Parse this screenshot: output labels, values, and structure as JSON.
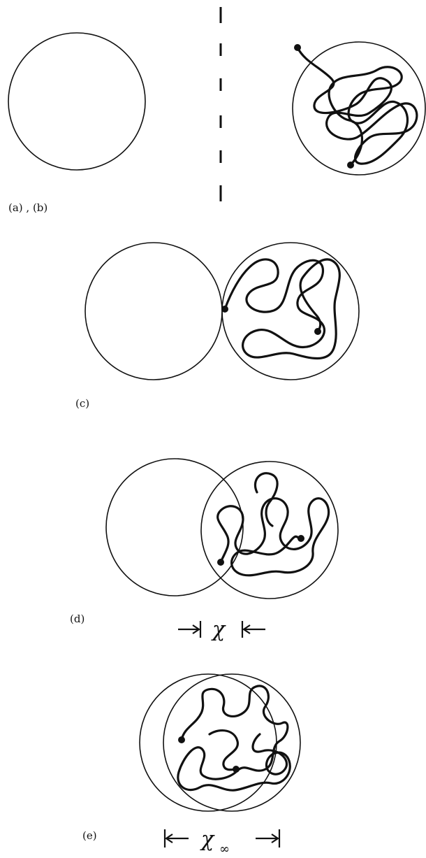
{
  "panels": {
    "ab": {
      "label": "(a) , (b)"
    },
    "c": {
      "label": "(c)"
    },
    "d": {
      "label": "(d)",
      "distance_symbol": "χ"
    },
    "e": {
      "label": "(e)",
      "distance_symbol": "χ",
      "distance_subscript": "∞"
    }
  }
}
